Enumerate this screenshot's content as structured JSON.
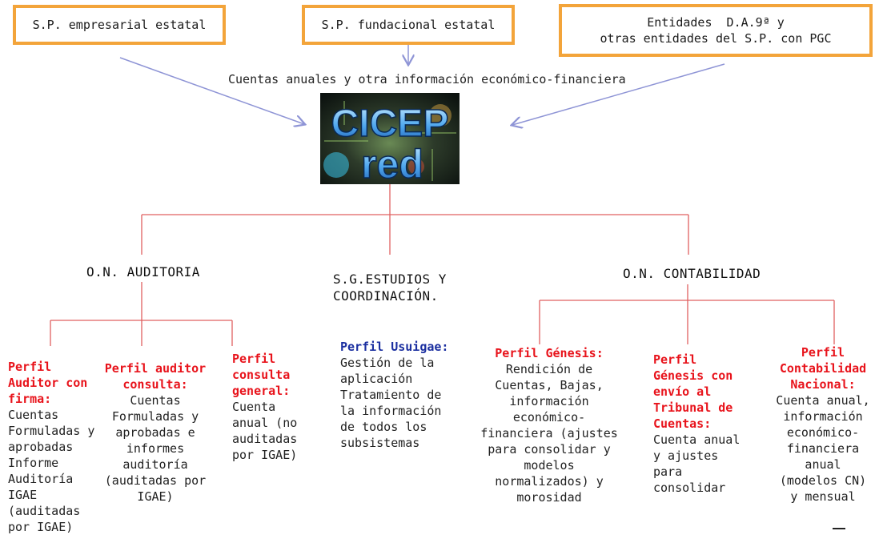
{
  "sources": {
    "empresarial": "S.P. empresarial estatal",
    "fundacional": "S.P. fundacional estatal",
    "entidades_l1": "Entidades  D.A.9ª y",
    "entidades_l2": "otras entidades del S.P. con PGC"
  },
  "caption": "Cuentas anuales y otra información económico-financiera",
  "logo": {
    "top": "CICEP",
    "bottom": "red"
  },
  "branches": {
    "auditoria": "O.N. AUDITORIA",
    "estudios_l1": "S.G.ESTUDIOS Y",
    "estudios_l2": "COORDINACIÓN.",
    "contabilidad": "O.N. CONTABILIDAD"
  },
  "profiles": {
    "auditor_firma": {
      "title": [
        "Perfil",
        "Auditor con",
        "firma:"
      ],
      "body": [
        "Cuentas",
        "Formuladas y",
        "aprobadas",
        "Informe",
        "Auditoría",
        "IGAE",
        "(auditadas",
        "por IGAE)"
      ]
    },
    "auditor_consulta": {
      "title": [
        "Perfil auditor",
        "consulta:"
      ],
      "body": [
        "Cuentas",
        "Formuladas y",
        "aprobadas e",
        "informes",
        "auditoría",
        "(auditadas por",
        "IGAE)"
      ]
    },
    "consulta_general": {
      "title": [
        "Perfil",
        "consulta",
        "general:"
      ],
      "body": [
        "Cuenta",
        "anual (no",
        "auditadas",
        "por IGAE)"
      ]
    },
    "usuigae": {
      "title": "Perfil Usuigae:",
      "body": [
        "Gestión de la",
        "aplicación",
        "Tratamiento de",
        "la información",
        "de todos los",
        "subsistemas"
      ]
    },
    "genesis": {
      "title": "Perfil Génesis:",
      "body": [
        "Rendición de",
        "Cuentas, Bajas,",
        "información",
        "económico-",
        "financiera (ajustes",
        "para consolidar y",
        "modelos",
        "normalizados) y",
        "morosidad"
      ]
    },
    "genesis_tribunal": {
      "title": [
        "Perfil",
        "Génesis con",
        "envío al",
        "Tribunal de",
        "Cuentas:"
      ],
      "body": [
        "Cuenta anual",
        "y ajustes",
        "para",
        "consolidar"
      ]
    },
    "contabilidad_nacional": {
      "title": [
        "Perfil",
        "Contabilidad",
        "Nacional:"
      ],
      "body": [
        "Cuenta anual,",
        "información",
        "económico-",
        "financiera",
        "anual",
        "(modelos CN)",
        "y mensual"
      ]
    }
  },
  "colors": {
    "box_border": "#f3a43a",
    "arrow": "#8f95d6",
    "line": "#e06060",
    "title_red": "#e8131b",
    "title_blue": "#1b2fa0"
  }
}
